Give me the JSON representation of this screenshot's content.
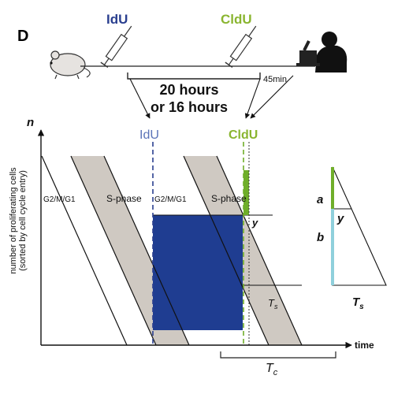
{
  "panel_label": "D",
  "timeline": {
    "injection_1": "IdU",
    "injection_2": "CldU",
    "interval_line_1": "20 hours",
    "interval_line_2": "or 16 hours",
    "delay": "45min"
  },
  "plot": {
    "y_label": "n",
    "y_axis_title_line_1": "number of proliferating cells",
    "y_axis_title_line_2": "(sorted by cell cycle entry)",
    "x_label": "time",
    "marker_1": "IdU",
    "marker_2": "CldU",
    "phase_labels": [
      "G2/M/G1",
      "S-phase",
      "G2/M/G1",
      "S-phase"
    ],
    "y_mark": "y",
    "ts_main": "T",
    "ts_main_sub": "s",
    "tc": "T",
    "tc_sub": "c"
  },
  "inset": {
    "a": "a",
    "b": "b",
    "y": "y",
    "ts": "T",
    "ts_sub": "s"
  },
  "colors": {
    "idu": "#2a3f8f",
    "cldu": "#8ab530",
    "block": "#1f3d91",
    "band": "#cfc9c2",
    "cyan": "#8fd0dc"
  }
}
